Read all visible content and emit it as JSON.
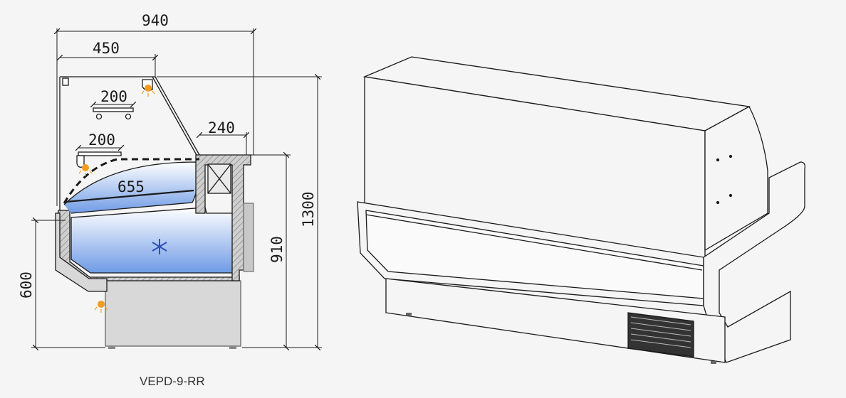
{
  "diagram": {
    "model": "VEPD-9-RR",
    "dimensions": {
      "overall_width": "940",
      "top_shelf_width": "450",
      "upper_shelf_depth": "200",
      "lower_shelf_depth": "200",
      "rear_storage_width": "240",
      "display_depth": "655",
      "overall_height": "1300",
      "counter_height": "910",
      "deck_height": "600"
    },
    "symbols": {
      "lamp_icon": "lamp-icon",
      "refrigeration_icon": "snowflake-icon"
    },
    "colors": {
      "line": "#1a1a1a",
      "insulation_fill": "#c9c9c9",
      "cooled_zone_top": "#ffffff",
      "cooled_zone_bottom": "#7fa6e6",
      "lamp": "#f39c1f",
      "snowflake": "#2f4fb5",
      "base": "#d8d8d8"
    }
  }
}
